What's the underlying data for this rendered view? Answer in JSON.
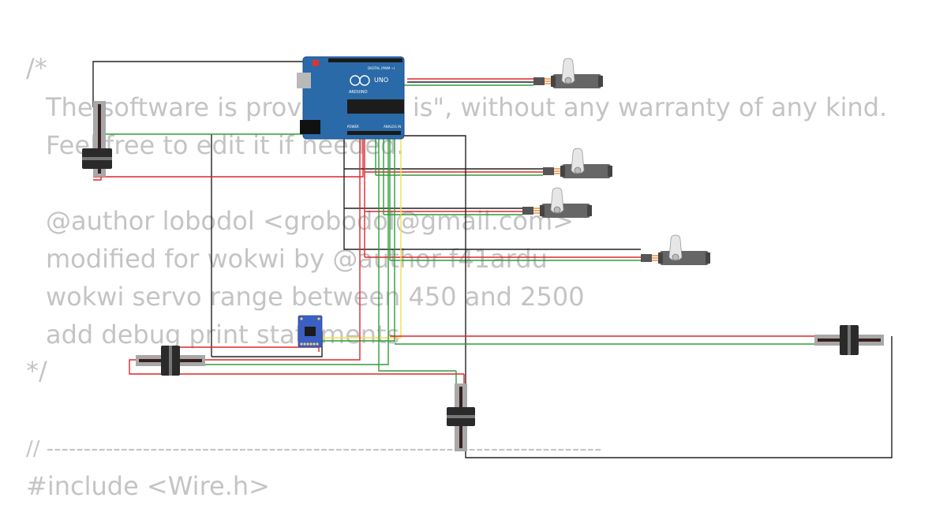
{
  "code_lines": [
    "/*",
    "The software is provided \"as is\", without any warranty of any kind.",
    "Feel free to edit it if needed.",
    "@author lobodol <grobodol@gmail.com>",
    "modified for wokwi by @author f41ardu",
    "wokwi servo range between 450 and 2500",
    "add debug print statements",
    "*/",
    "// ---------------------------------------------------------------------------",
    "#include <Wire.h>"
  ],
  "board": {
    "label": "ARDUINO",
    "sub_label": "UNO",
    "header_digital": "DIGITAL (PWM ~)",
    "header_power": "POWER",
    "header_analog": "ANALOG IN",
    "color": "#2a6aa8"
  },
  "wire_colors": {
    "ground": "#222222",
    "power": "#e0262b",
    "signal": "#2e9e3a",
    "data": "#f1e14a"
  },
  "component_colors": {
    "servo_body": "#666666",
    "servo_horn": "#e6e6e6",
    "slider_track": "#a8a8a8",
    "slider_knob": "#2a2a2a",
    "imu_board": "#3c5fc4"
  }
}
